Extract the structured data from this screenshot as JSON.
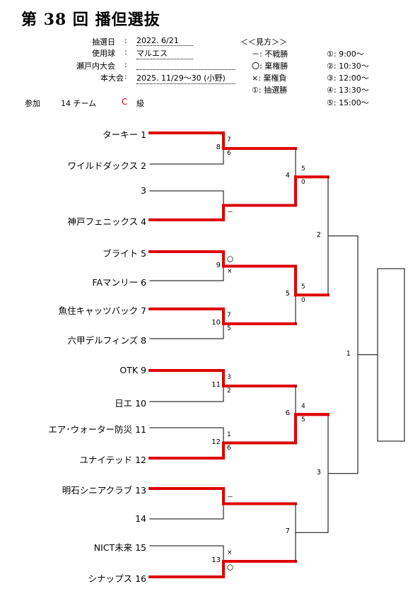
{
  "header": {
    "title": "第 38 回 播但選抜",
    "info": [
      {
        "label": "抽選日",
        "colon": ":",
        "value": "2022. 6/21"
      },
      {
        "label": "使用球",
        "colon": ":",
        "value": "マルエス"
      },
      {
        "label": "瀬戸内大会",
        "colon": ":",
        "value": ""
      },
      {
        "label": "本大会",
        "colon": ":",
        "value": "2025. 11/29～30 (小野)"
      }
    ],
    "legend_title": "＜＜見方＞＞",
    "legend": [
      "－: 不戦勝",
      "〇: 棄権勝",
      "×: 棄権負",
      "①: 抽選勝"
    ],
    "times": [
      "①: 9:00～",
      "②: 10:30～",
      "③: 12:00～",
      "④: 13:30～",
      "⑤: 15:00～"
    ],
    "participants_label": "参加",
    "participants_count": "14 チーム",
    "class_letter": "C",
    "class_label": "級",
    "accent_color": "#dd0000"
  },
  "teams": [
    {
      "name": "ターキー",
      "no": "1"
    },
    {
      "name": "ワイルドダックス",
      "no": "2"
    },
    {
      "name": "",
      "no": "3"
    },
    {
      "name": "神戸フェニックス",
      "no": "4"
    },
    {
      "name": "ブライト",
      "no": "5"
    },
    {
      "name": "FAマンリー",
      "no": "6"
    },
    {
      "name": "魚住キャッツバック",
      "no": "7"
    },
    {
      "name": "六甲デルフィンズ",
      "no": "8"
    },
    {
      "name": "OTK",
      "no": "9"
    },
    {
      "name": "日エ",
      "no": "10"
    },
    {
      "name": "エア･ウォーター防災",
      "no": "11"
    },
    {
      "name": "ユナイテッド",
      "no": "12"
    },
    {
      "name": "明石シニアクラブ",
      "no": "13"
    },
    {
      "name": "",
      "no": "14"
    },
    {
      "name": "NICT未来",
      "no": "15"
    },
    {
      "name": "シナップス",
      "no": "16"
    }
  ],
  "round1": [
    {
      "game": "8",
      "top": "7",
      "bottom": "6"
    },
    {
      "game": "",
      "top": "",
      "bottom": "－"
    },
    {
      "game": "9",
      "top": "〇",
      "bottom": "×"
    },
    {
      "game": "10",
      "top": "7",
      "bottom": "5"
    },
    {
      "game": "11",
      "top": "3",
      "bottom": "2"
    },
    {
      "game": "12",
      "top": "1",
      "bottom": "6"
    },
    {
      "game": "",
      "top": "－",
      "bottom": ""
    },
    {
      "game": "13",
      "top": "×",
      "bottom": "〇"
    }
  ],
  "round2": [
    {
      "game": "4",
      "top": "5",
      "bottom": "0"
    },
    {
      "game": "5",
      "top": "5",
      "bottom": "0"
    },
    {
      "game": "6",
      "top": "4",
      "bottom": "5"
    },
    {
      "game": "7",
      "top": "",
      "bottom": ""
    }
  ],
  "round3": [
    {
      "game": "2"
    },
    {
      "game": "3"
    }
  ],
  "final": {
    "game": "1"
  }
}
